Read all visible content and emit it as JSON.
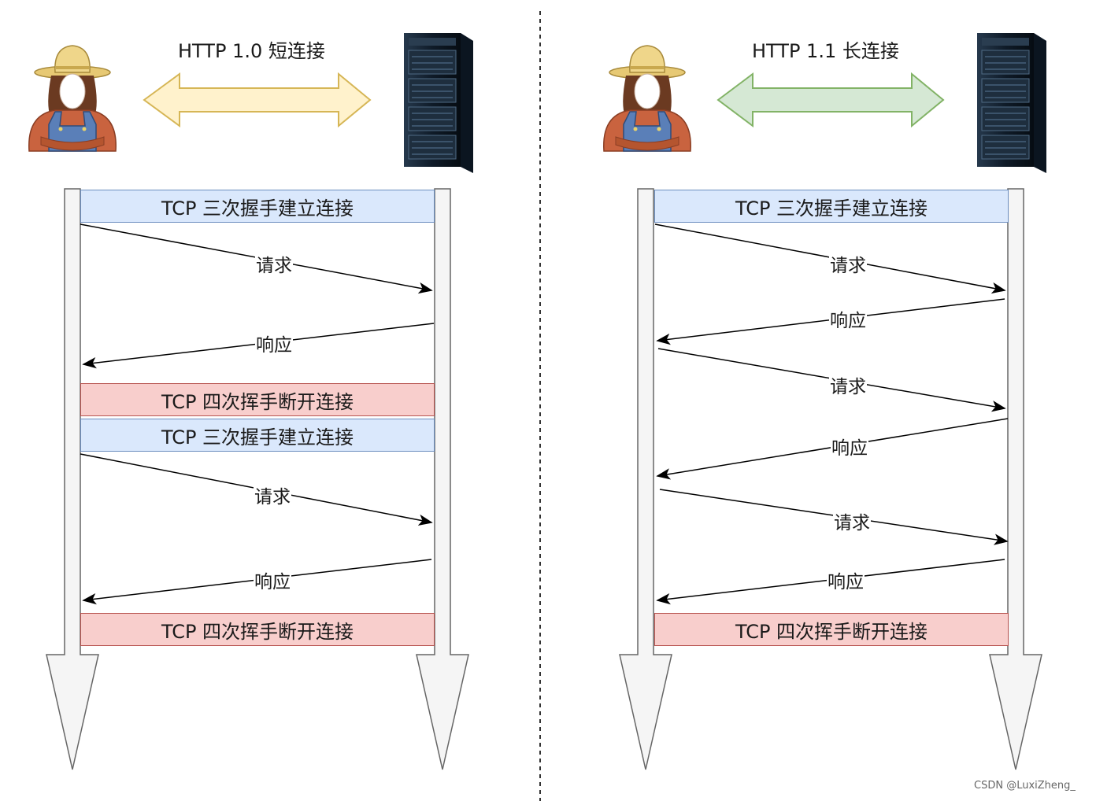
{
  "left": {
    "title": "HTTP 1.0 短连接",
    "steps": [
      {
        "kind": "box",
        "text": "TCP 三次握手建立连接"
      },
      {
        "kind": "msg",
        "text": "请求"
      },
      {
        "kind": "msg",
        "text": "响应"
      },
      {
        "kind": "box",
        "text": "TCP 四次挥手断开连接"
      },
      {
        "kind": "box",
        "text": "TCP 三次握手建立连接"
      },
      {
        "kind": "msg",
        "text": "请求"
      },
      {
        "kind": "msg",
        "text": "响应"
      },
      {
        "kind": "box",
        "text": "TCP 四次挥手断开连接"
      }
    ]
  },
  "right": {
    "title": "HTTP 1.1 长连接",
    "steps": [
      {
        "kind": "box",
        "text": "TCP 三次握手建立连接"
      },
      {
        "kind": "msg",
        "text": "请求"
      },
      {
        "kind": "msg",
        "text": "响应"
      },
      {
        "kind": "msg",
        "text": "请求"
      },
      {
        "kind": "msg",
        "text": "响应"
      },
      {
        "kind": "msg",
        "text": "请求"
      },
      {
        "kind": "msg",
        "text": "响应"
      },
      {
        "kind": "box",
        "text": "TCP 四次挥手断开连接"
      }
    ]
  },
  "watermark": "CSDN @LuxiZheng_",
  "colors": {
    "connect_fill": "#dae8fc",
    "connect_stroke": "#6c8ebf",
    "close_fill": "#f8cecc",
    "close_stroke": "#b85450",
    "short_arrow": "#fff2cc",
    "long_arrow": "#d5e8d4",
    "lifeline": "#f5f5f5"
  },
  "icons": {
    "client": "farmer-user-icon",
    "server": "server-rack-icon"
  }
}
